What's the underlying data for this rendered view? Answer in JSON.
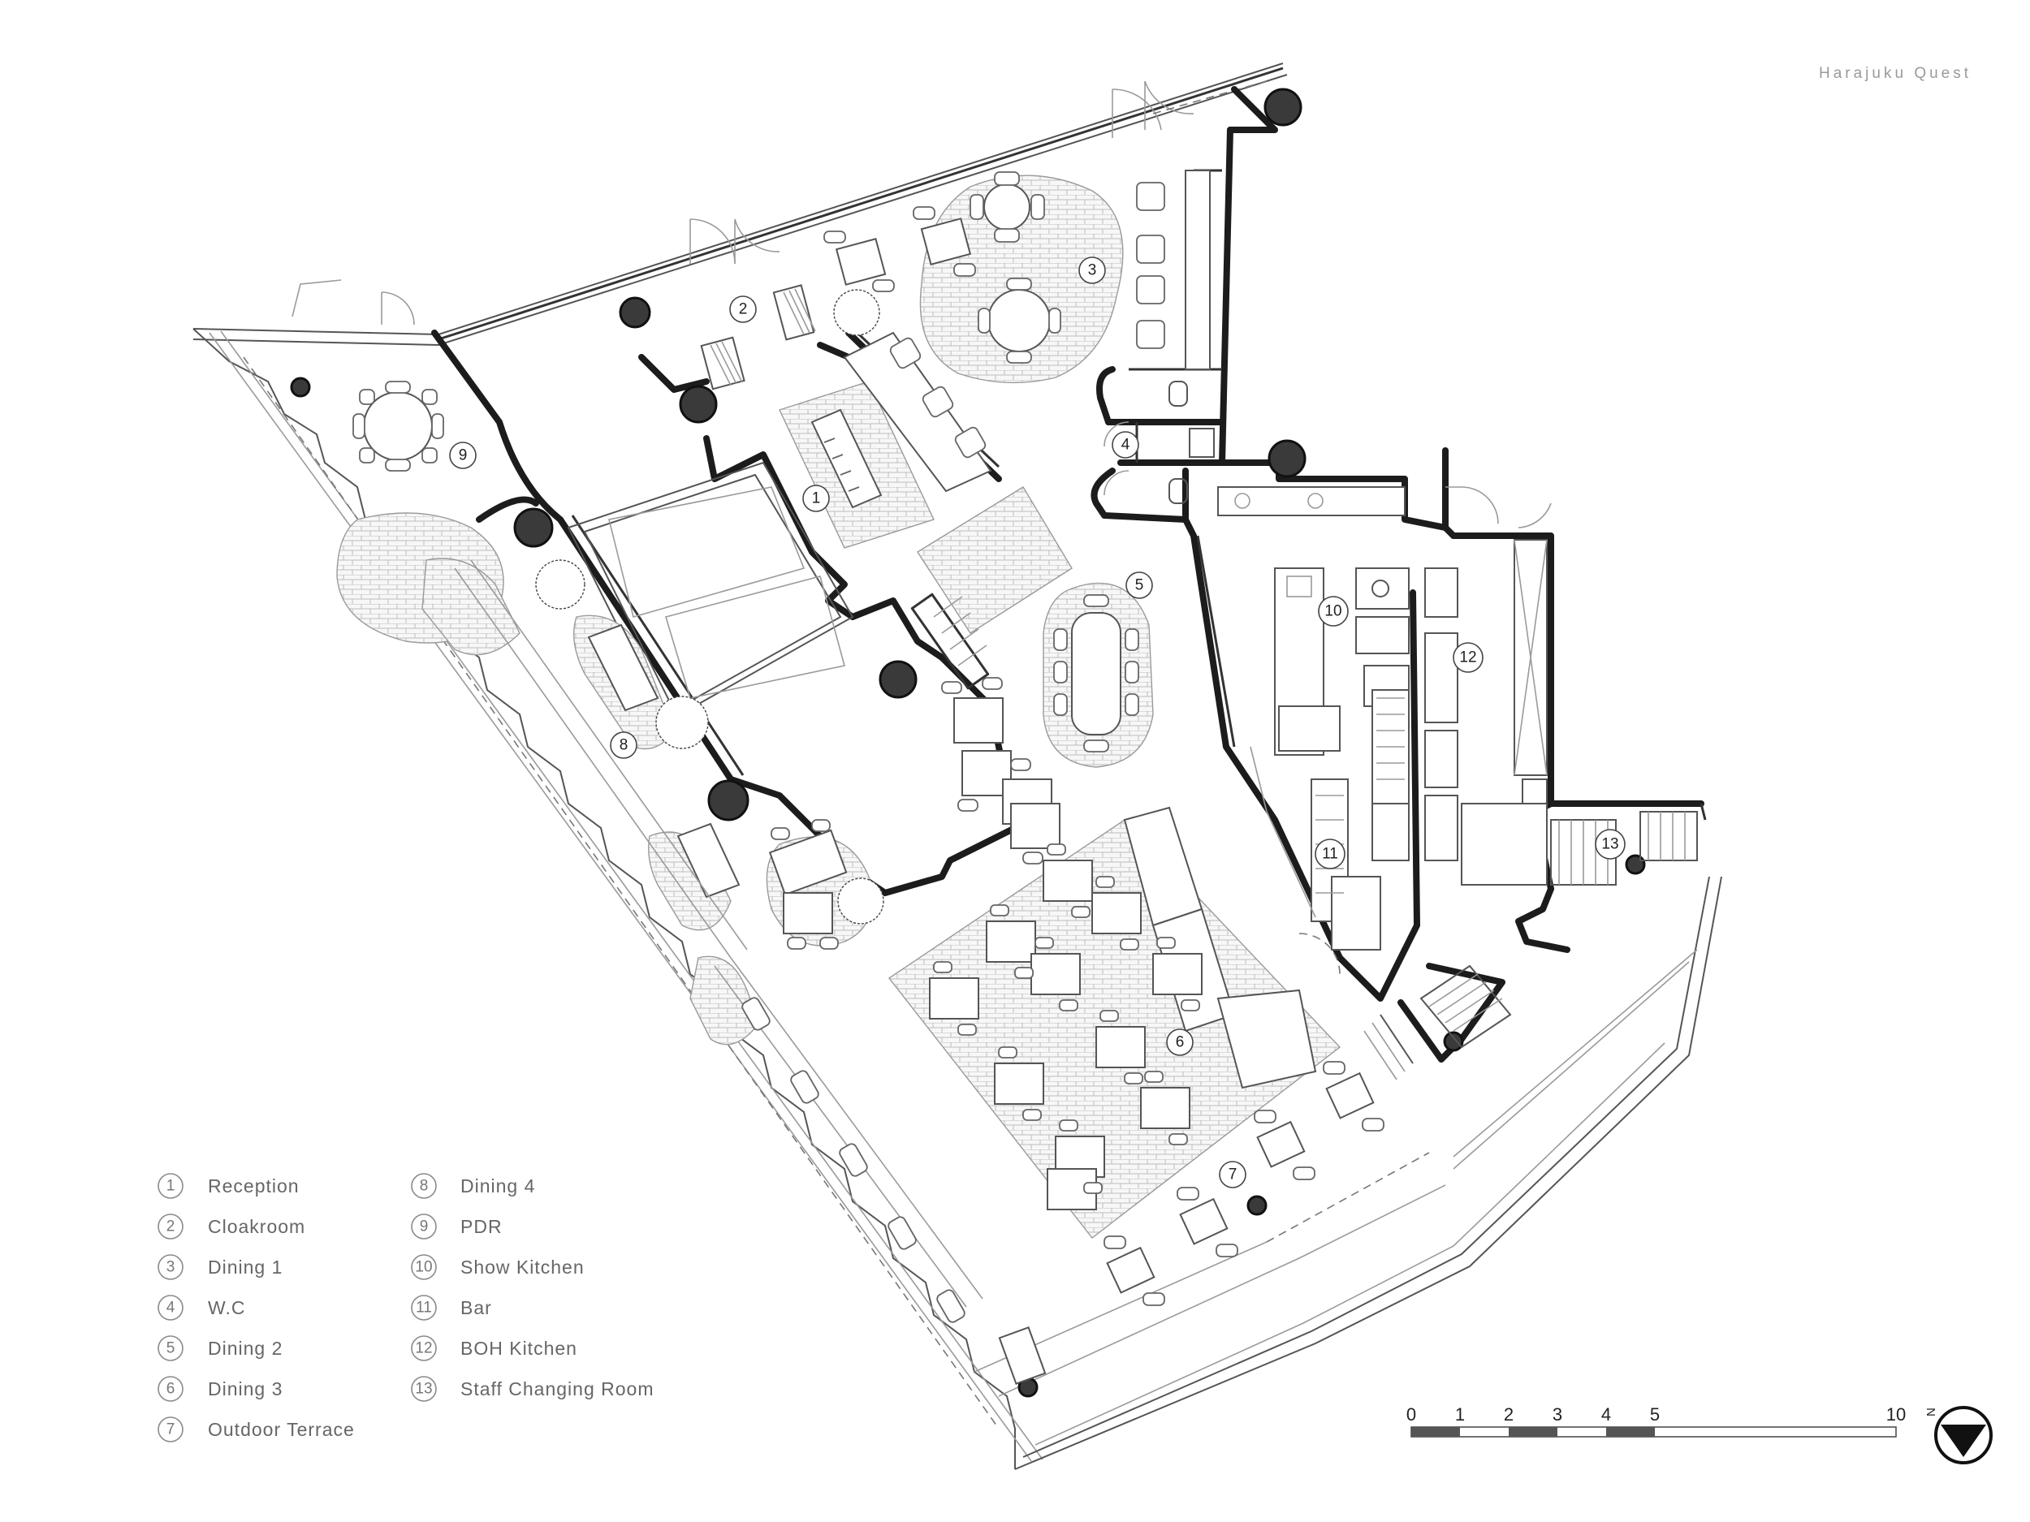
{
  "title": "Harajuku Quest",
  "legend": [
    {
      "num": "1",
      "label": "Reception"
    },
    {
      "num": "2",
      "label": "Cloakroom"
    },
    {
      "num": "3",
      "label": "Dining 1"
    },
    {
      "num": "4",
      "label": "W.C"
    },
    {
      "num": "5",
      "label": "Dining 2"
    },
    {
      "num": "6",
      "label": "Dining 3"
    },
    {
      "num": "7",
      "label": "Outdoor Terrace"
    },
    {
      "num": "8",
      "label": "Dining 4"
    },
    {
      "num": "9",
      "label": "PDR"
    },
    {
      "num": "10",
      "label": "Show Kitchen"
    },
    {
      "num": "11",
      "label": "Bar"
    },
    {
      "num": "12",
      "label": "BOH Kitchen"
    },
    {
      "num": "13",
      "label": "Staff Changing Room"
    }
  ],
  "scale_bar": {
    "ticks": [
      "0",
      "1",
      "2",
      "3",
      "4",
      "5",
      "10"
    ]
  },
  "north": {
    "label": "N",
    "icon": "north-arrow-icon"
  },
  "colors": {
    "wall": "#1c1c1c",
    "line": "#555555",
    "label": "#666666",
    "title": "#9a9a9a"
  }
}
